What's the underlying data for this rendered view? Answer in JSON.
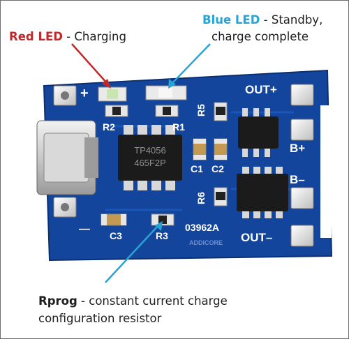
{
  "callouts": {
    "red_led": {
      "name": "Red LED",
      "desc": " - Charging",
      "name_color": "#c2282a"
    },
    "blue_led": {
      "name": "Blue LED",
      "desc_line1": " - Standby,",
      "desc_line2": "charge complete",
      "name_color": "#29a3d6"
    },
    "rprog": {
      "name": "Rprog",
      "desc_line1": " - constant current charge",
      "desc_line2": "configuration resistor"
    }
  },
  "board": {
    "pcb_color": "#13459c",
    "silkscreen": {
      "plus": "+",
      "minus": "—",
      "out_plus": "OUT+",
      "out_minus": "OUT–",
      "b_plus": "B+",
      "b_minus": "B–",
      "r1": "R1",
      "r2": "R2",
      "r3": "R3",
      "r5": "R5",
      "r6": "R6",
      "c1": "C1",
      "c2": "C2",
      "c3": "C3",
      "board_code": "03962A",
      "brand": "ADDICORE"
    },
    "chip_marking": {
      "line1": "TP4056",
      "line2": "465F2P"
    }
  },
  "colors": {
    "arrow_red": "#c2282a",
    "arrow_blue": "#29a3d6"
  }
}
